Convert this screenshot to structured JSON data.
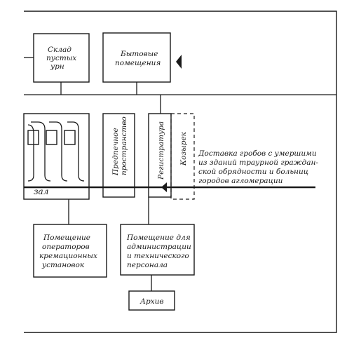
{
  "labels": {
    "sklad": [
      "Склад",
      "пустых",
      "урн"
    ],
    "bytovye": [
      "Бытовые",
      "помещения"
    ],
    "predpechnoe": [
      "Предпечное",
      "пространство"
    ],
    "registratura": "Регистратура",
    "kozyrek": "Козырек",
    "dostavka": [
      "Доставка гробов с умершими",
      "из зданий траурной граждан-",
      "ской обрядности и больниц",
      "городов агломерации"
    ],
    "zal": "зал",
    "operatory": [
      "Помещение",
      "операторов",
      "кремационных",
      "установок"
    ],
    "administraciya": [
      "Помещение для",
      "администрации",
      "и технического",
      "персонала"
    ],
    "arhiv": "Архив"
  },
  "icons": {
    "arrow": "filled-triangle-arrow"
  }
}
